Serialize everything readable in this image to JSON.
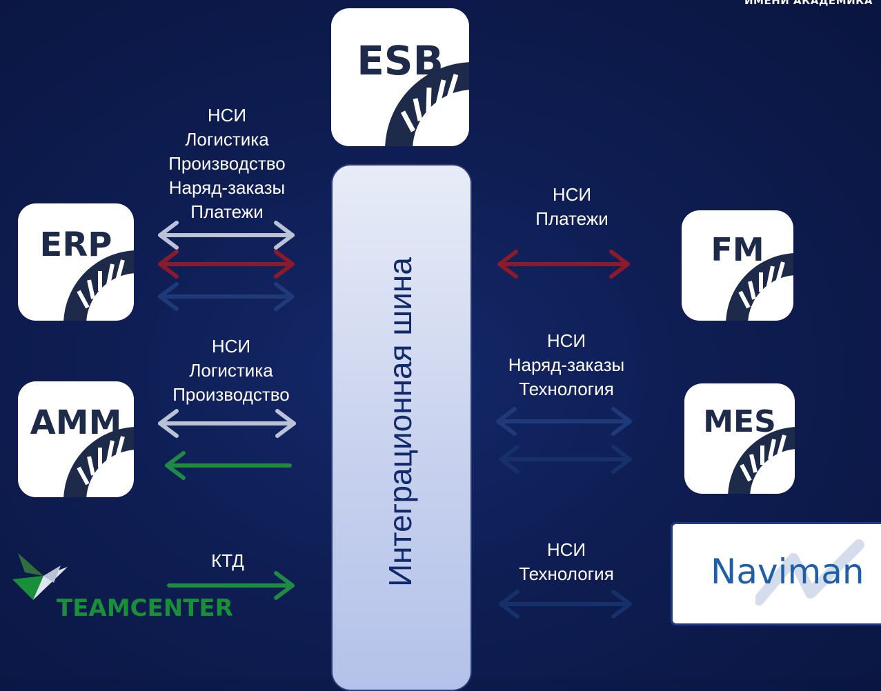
{
  "corner_text": "ИМЕНИ АКАДЕМИКА",
  "systems": {
    "esb": "ESB",
    "erp": "ERP",
    "amm": "AMM",
    "fm": "FM",
    "mes": "MES",
    "teamcenter": "TEAMCENTER",
    "naviman": "Naviman"
  },
  "bus_label": "Интеграционная шина",
  "flows": {
    "erp": [
      "НСИ",
      "Логистика",
      "Производство",
      "Наряд-заказы",
      "Платежи"
    ],
    "amm": [
      "НСИ",
      "Логистика",
      "Производство"
    ],
    "teamcenter": [
      "КТД"
    ],
    "fm": [
      "НСИ",
      "Платежи"
    ],
    "mes": [
      "НСИ",
      "Наряд-заказы",
      "Технология"
    ],
    "naviman": [
      "НСИ",
      "Технология"
    ]
  },
  "arrows": [
    {
      "from": "ERP",
      "to": "Интеграционная шина",
      "direction": "both",
      "color": "#b9c2d6"
    },
    {
      "from": "ERP",
      "to": "Интеграционная шина",
      "direction": "both",
      "color": "#8b1a2b"
    },
    {
      "from": "ERP",
      "to": "Интеграционная шина",
      "direction": "both",
      "color": "#1e3a78"
    },
    {
      "from": "AMM",
      "to": "Интеграционная шина",
      "direction": "both",
      "color": "#b9c2d6"
    },
    {
      "from": "Интеграционная шина",
      "to": "AMM",
      "direction": "one-way",
      "color": "#1e8a45"
    },
    {
      "from": "TEAMCENTER",
      "to": "Интеграционная шина",
      "direction": "one-way",
      "color": "#1e8a45"
    },
    {
      "from": "Интеграционная шина",
      "to": "FM",
      "direction": "both",
      "color": "#8b1a2b"
    },
    {
      "from": "Интеграционная шина",
      "to": "MES",
      "direction": "both",
      "color": "#1e3a78"
    },
    {
      "from": "Интеграционная шина",
      "to": "MES",
      "direction": "both",
      "color": "#16306a"
    },
    {
      "from": "Интеграционная шина",
      "to": "Naviman",
      "direction": "both",
      "color": "#16306a"
    }
  ],
  "colors": {
    "background": "#0e1d52",
    "tile_text": "#1d2a4a",
    "bus_text": "#102a6b",
    "teamcenter": "#1a8f3a",
    "naviman": "#1f5fa8"
  }
}
